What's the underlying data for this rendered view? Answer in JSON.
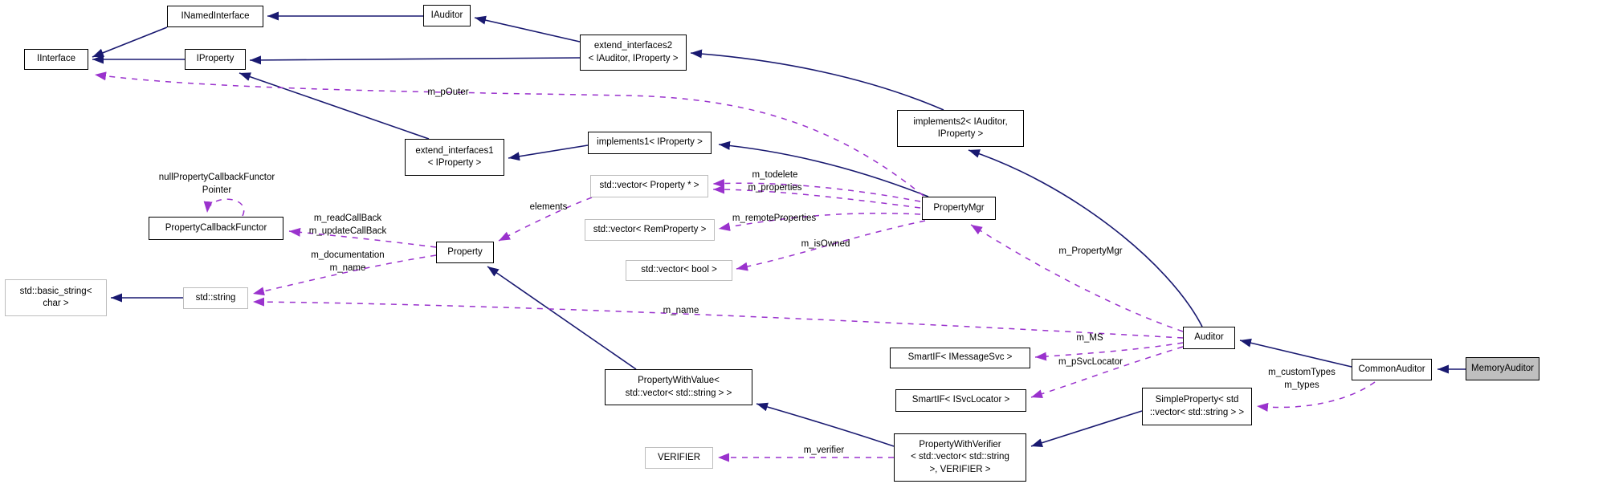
{
  "diagram": {
    "kind": "doxygen-collaboration-graph",
    "focus_node": "MemoryAuditor",
    "colors": {
      "inheritance_edge": "#191970",
      "usage_edge": "#9a32cd",
      "node_border": "#000000",
      "external_node_border": "#bdbdbd",
      "node_fill": "#ffffff",
      "focus_node_fill": "#bfbfbf",
      "background": "#ffffff"
    },
    "nodes": {
      "inamed": {
        "lines": [
          "INamedInterface"
        ]
      },
      "iinterface": {
        "lines": [
          "IInterface"
        ]
      },
      "iproperty": {
        "lines": [
          "IProperty"
        ]
      },
      "iauditor": {
        "lines": [
          "IAuditor"
        ]
      },
      "ext2": {
        "lines": [
          "extend_interfaces2",
          "< IAuditor, IProperty >"
        ]
      },
      "impl2": {
        "lines": [
          "implements2< IAuditor,",
          "IProperty >"
        ]
      },
      "ext1": {
        "lines": [
          "extend_interfaces1",
          "< IProperty >"
        ]
      },
      "impl1": {
        "lines": [
          "implements1< IProperty >"
        ]
      },
      "vec_prop": {
        "lines": [
          "std::vector< Property * >"
        ]
      },
      "vec_rem": {
        "lines": [
          "std::vector< RemProperty >"
        ]
      },
      "vec_bool": {
        "lines": [
          "std::vector< bool >"
        ]
      },
      "propmgr": {
        "lines": [
          "PropertyMgr"
        ]
      },
      "pcf": {
        "lines": [
          "PropertyCallbackFunctor"
        ]
      },
      "property": {
        "lines": [
          "Property"
        ]
      },
      "basic_string": {
        "lines": [
          "std::basic_string<",
          "char >"
        ]
      },
      "std_string": {
        "lines": [
          "std::string"
        ]
      },
      "smartif_msg": {
        "lines": [
          "SmartIF< IMessageSvc >"
        ]
      },
      "smartif_svc": {
        "lines": [
          "SmartIF< ISvcLocator >"
        ]
      },
      "auditor": {
        "lines": [
          "Auditor"
        ]
      },
      "pwv": {
        "lines": [
          "PropertyWithValue<",
          "std::vector< std::string > >"
        ]
      },
      "simpleprop": {
        "lines": [
          "SimpleProperty< std",
          "::vector< std::string > >"
        ]
      },
      "common": {
        "lines": [
          "CommonAuditor"
        ]
      },
      "memory": {
        "lines": [
          "MemoryAuditor"
        ]
      },
      "verifier": {
        "lines": [
          "VERIFIER"
        ]
      },
      "pwverifier": {
        "lines": [
          "PropertyWithVerifier",
          "< std::vector< std::string",
          ">, VERIFIER >"
        ]
      }
    },
    "edge_labels": {
      "m_pOuter": "m_pOuter",
      "null_ptr_l1": "nullPropertyCallbackFunctor",
      "null_ptr_l2": "Pointer",
      "m_readCallBack": "m_readCallBack",
      "m_updateCallBack": "m_updateCallBack",
      "m_documentation": "m_documentation",
      "m_name_property": "m_name",
      "elements": "elements",
      "m_todelete": "m_todelete",
      "m_properties": "m_properties",
      "m_remoteProperties": "m_remoteProperties",
      "m_isOwned": "m_isOwned",
      "m_PropertyMgr": "m_PropertyMgr",
      "m_name_auditor": "m_name",
      "m_MS": "m_MS",
      "m_pSvcLocator": "m_pSvcLocator",
      "m_customTypes": "m_customTypes",
      "m_types": "m_types",
      "m_verifier": "m_verifier"
    },
    "edges": [
      {
        "from": "IAuditor",
        "to": "INamedInterface",
        "type": "inheritance"
      },
      {
        "from": "INamedInterface",
        "to": "IInterface",
        "type": "inheritance"
      },
      {
        "from": "IProperty",
        "to": "IInterface",
        "type": "inheritance"
      },
      {
        "from": "extend_interfaces2",
        "to": "IAuditor",
        "type": "inheritance"
      },
      {
        "from": "extend_interfaces2",
        "to": "IProperty",
        "type": "inheritance"
      },
      {
        "from": "extend_interfaces1",
        "to": "IProperty",
        "type": "inheritance"
      },
      {
        "from": "implements2",
        "to": "extend_interfaces2",
        "type": "inheritance"
      },
      {
        "from": "implements1",
        "to": "extend_interfaces1",
        "type": "inheritance"
      },
      {
        "from": "PropertyMgr",
        "to": "implements1",
        "type": "inheritance"
      },
      {
        "from": "Auditor",
        "to": "implements2",
        "type": "inheritance"
      },
      {
        "from": "std::string",
        "to": "std::basic_string< char >",
        "type": "inheritance"
      },
      {
        "from": "PropertyWithValue",
        "to": "Property",
        "type": "inheritance"
      },
      {
        "from": "PropertyWithVerifier",
        "to": "PropertyWithValue",
        "type": "inheritance"
      },
      {
        "from": "SimpleProperty",
        "to": "PropertyWithVerifier",
        "type": "inheritance"
      },
      {
        "from": "CommonAuditor",
        "to": "Auditor",
        "type": "inheritance"
      },
      {
        "from": "MemoryAuditor",
        "to": "CommonAuditor",
        "type": "inheritance"
      },
      {
        "from": "PropertyMgr",
        "to": "IInterface",
        "type": "usage",
        "label": "m_pOuter"
      },
      {
        "from": "PropertyCallbackFunctor",
        "to": "PropertyCallbackFunctor",
        "type": "usage",
        "label": "nullPropertyCallbackFunctorPointer"
      },
      {
        "from": "Property",
        "to": "PropertyCallbackFunctor",
        "type": "usage",
        "label": "m_readCallBack m_updateCallBack"
      },
      {
        "from": "Property",
        "to": "std::string",
        "type": "usage",
        "label": "m_documentation m_name"
      },
      {
        "from": "std::vector< Property * >",
        "to": "Property",
        "type": "usage",
        "label": "elements"
      },
      {
        "from": "PropertyMgr",
        "to": "std::vector< Property * >",
        "type": "usage",
        "label": "m_todelete m_properties"
      },
      {
        "from": "PropertyMgr",
        "to": "std::vector< RemProperty >",
        "type": "usage",
        "label": "m_remoteProperties"
      },
      {
        "from": "PropertyMgr",
        "to": "std::vector< bool >",
        "type": "usage",
        "label": "m_isOwned"
      },
      {
        "from": "Auditor",
        "to": "PropertyMgr",
        "type": "usage",
        "label": "m_PropertyMgr"
      },
      {
        "from": "Auditor",
        "to": "std::string",
        "type": "usage",
        "label": "m_name"
      },
      {
        "from": "Auditor",
        "to": "SmartIF< IMessageSvc >",
        "type": "usage",
        "label": "m_MS"
      },
      {
        "from": "Auditor",
        "to": "SmartIF< ISvcLocator >",
        "type": "usage",
        "label": "m_pSvcLocator"
      },
      {
        "from": "CommonAuditor",
        "to": "SimpleProperty",
        "type": "usage",
        "label": "m_customTypes m_types"
      },
      {
        "from": "PropertyWithVerifier",
        "to": "VERIFIER",
        "type": "usage",
        "label": "m_verifier"
      }
    ]
  }
}
